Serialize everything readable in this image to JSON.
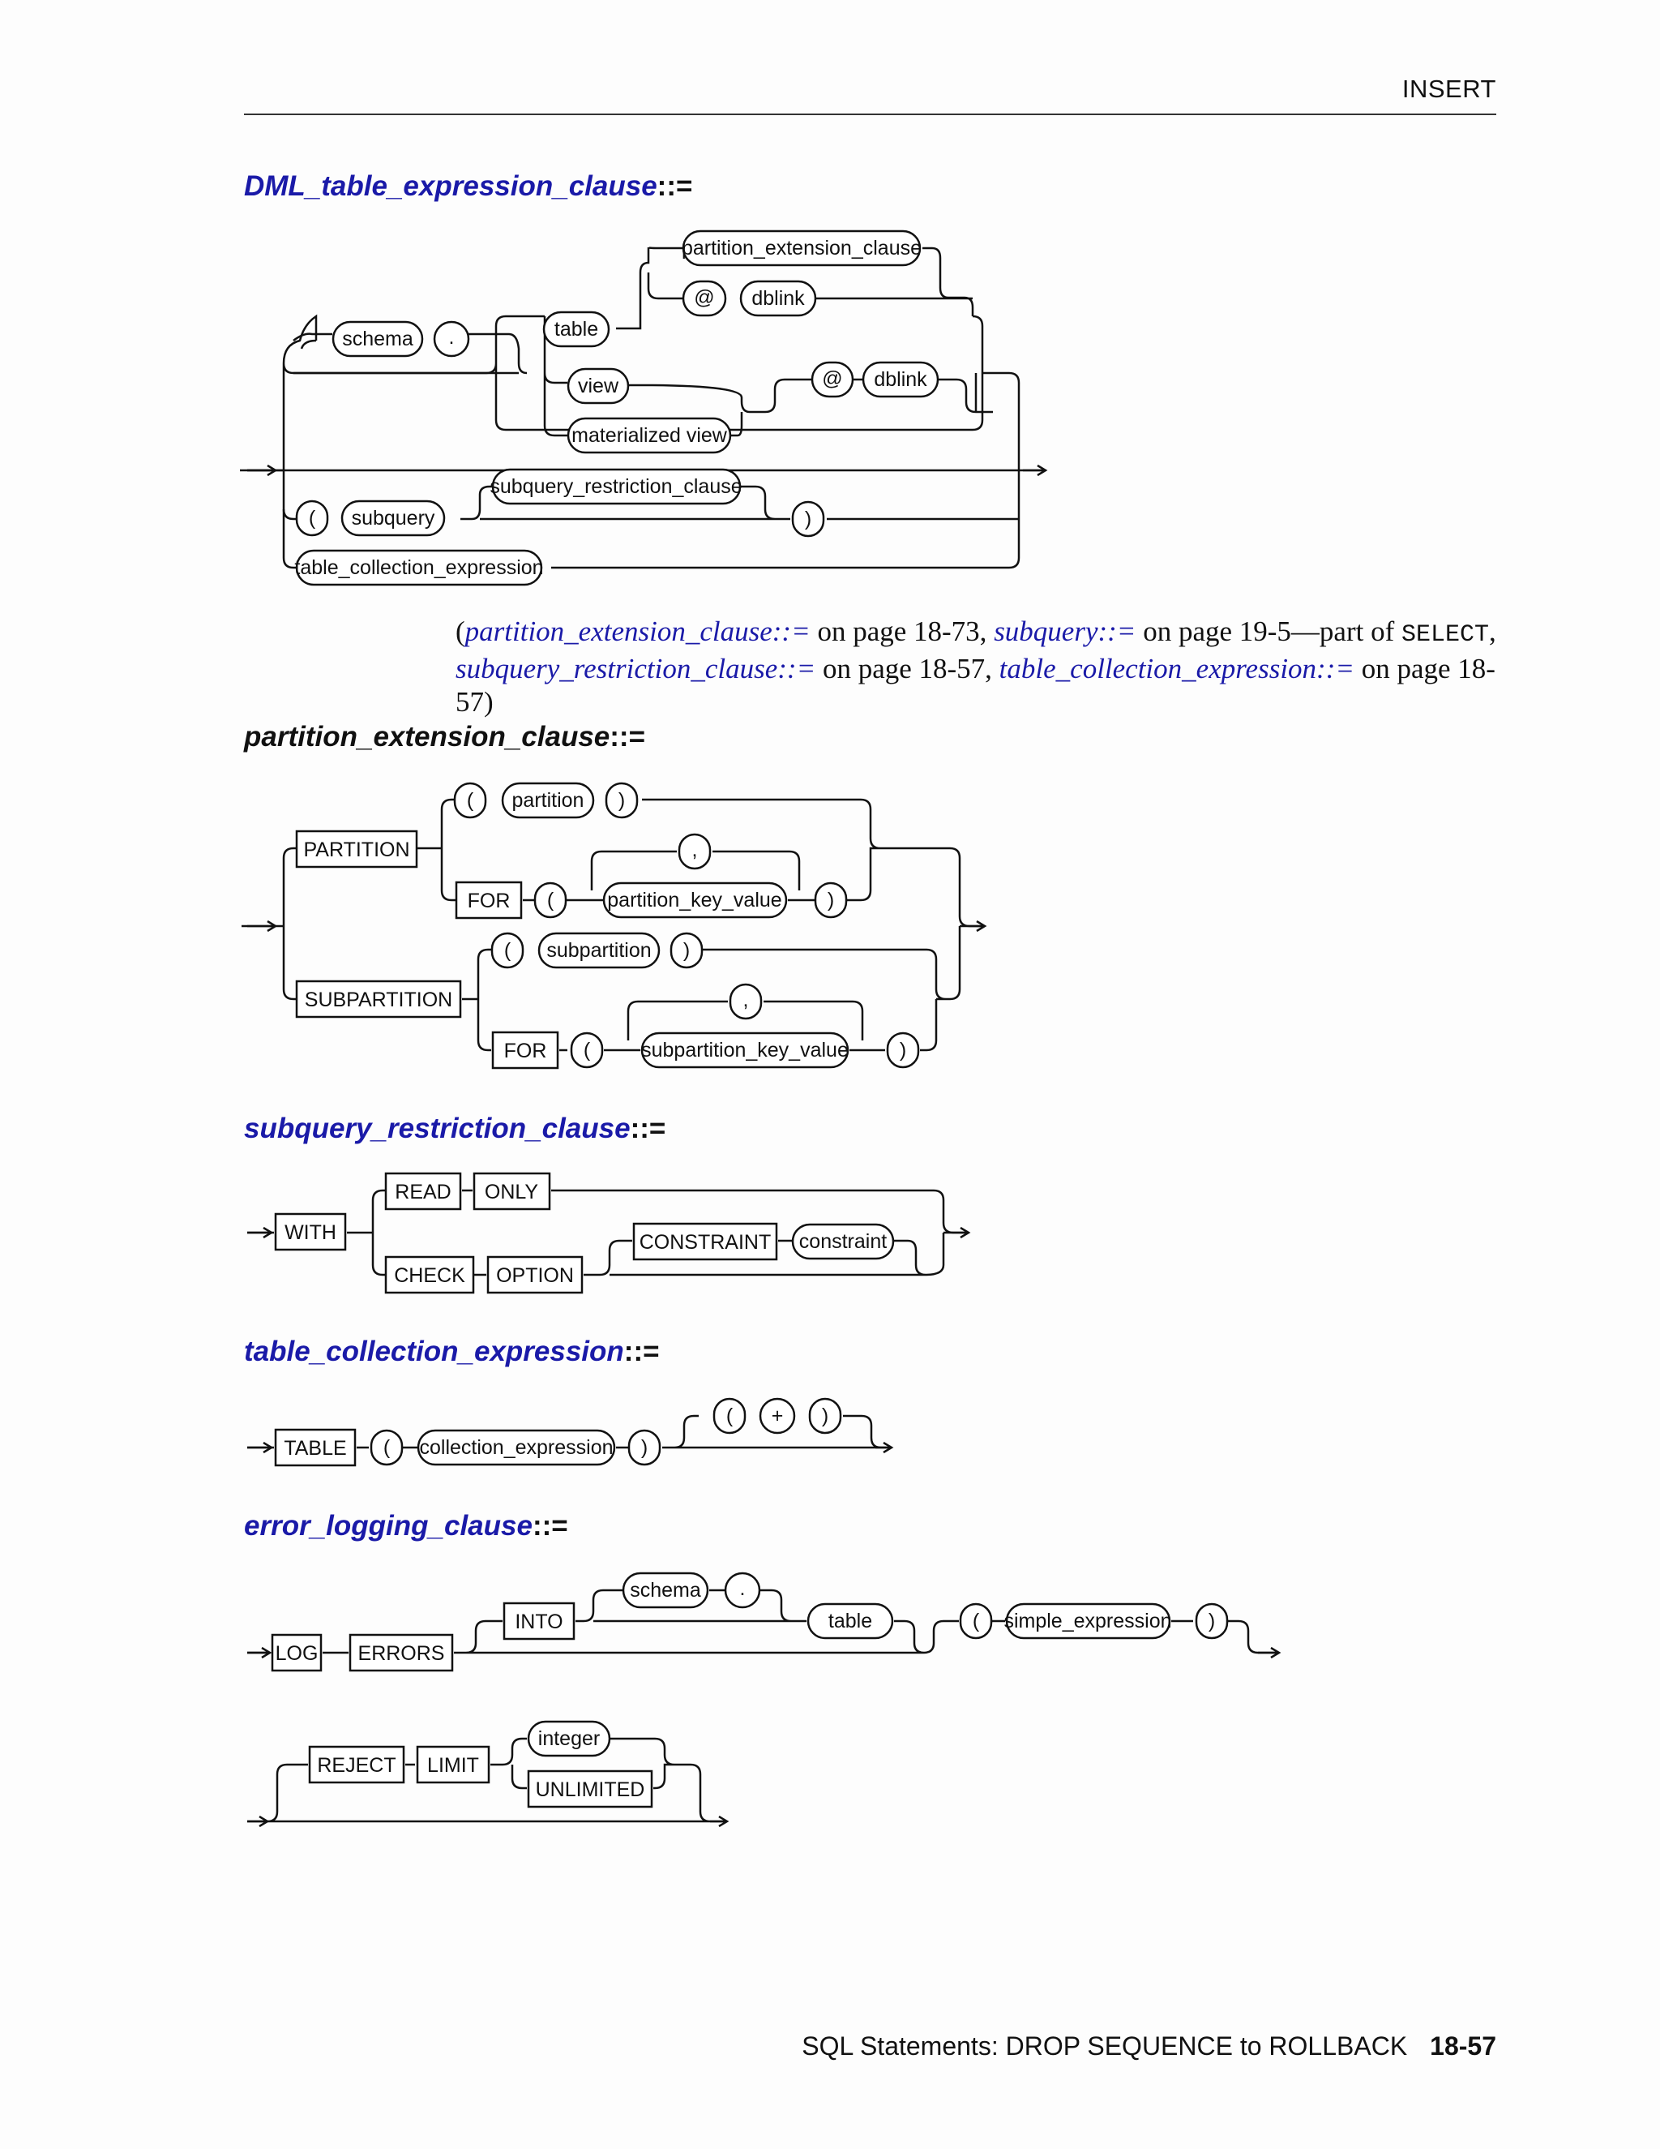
{
  "header": {
    "title": "INSERT"
  },
  "sections": {
    "dml": {
      "title": "DML_table_expression_clause",
      "suffix": "::="
    },
    "pec": {
      "title": "partition_extension_clause",
      "suffix": "::="
    },
    "src": {
      "title": "subquery_restriction_clause",
      "suffix": "::="
    },
    "tce": {
      "title": "table_collection_expression",
      "suffix": "::="
    },
    "elc": {
      "title": "error_logging_clause",
      "suffix": "::="
    }
  },
  "note": {
    "open": "(",
    "l1": "partition_extension_clause::=",
    "t1": " on page 18-73, ",
    "l2": "subquery::=",
    "t2": " on page 19-5—part of ",
    "code": "SELECT",
    "t3": ",",
    "l3": "subquery_restriction_clause::=",
    "t4": " on page 18-57, ",
    "l4": "table_collection_expression::=",
    "t5": " on page 18-57)"
  },
  "diagram_labels": {
    "partition_extension_clause": "partition_extension_clause",
    "at": "@",
    "dblink": "dblink",
    "schema": "schema",
    "dot": ".",
    "table": "table",
    "view": "view",
    "materialized_view": "materialized view",
    "lparen": "(",
    "rparen": ")",
    "subquery": "subquery",
    "subquery_restriction_clause": "subquery_restriction_clause",
    "table_collection_expression": "table_collection_expression",
    "PARTITION": "PARTITION",
    "partition": "partition",
    "FOR": "FOR",
    "comma": ",",
    "partition_key_value": "partition_key_value",
    "SUBPARTITION": "SUBPARTITION",
    "subpartition": "subpartition",
    "subpartition_key_value": "subpartition_key_value",
    "WITH": "WITH",
    "READ": "READ",
    "ONLY": "ONLY",
    "CHECK": "CHECK",
    "OPTION": "OPTION",
    "CONSTRAINT": "CONSTRAINT",
    "constraint": "constraint",
    "TABLE": "TABLE",
    "collection_expression": "collection_expression",
    "plus": "+",
    "LOG": "LOG",
    "ERRORS": "ERRORS",
    "INTO": "INTO",
    "simple_expression": "simple_expression",
    "REJECT": "REJECT",
    "LIMIT": "LIMIT",
    "integer": "integer",
    "UNLIMITED": "UNLIMITED"
  },
  "footer": {
    "text": "SQL Statements: DROP SEQUENCE to ROLLBACK",
    "page": "18-57"
  }
}
